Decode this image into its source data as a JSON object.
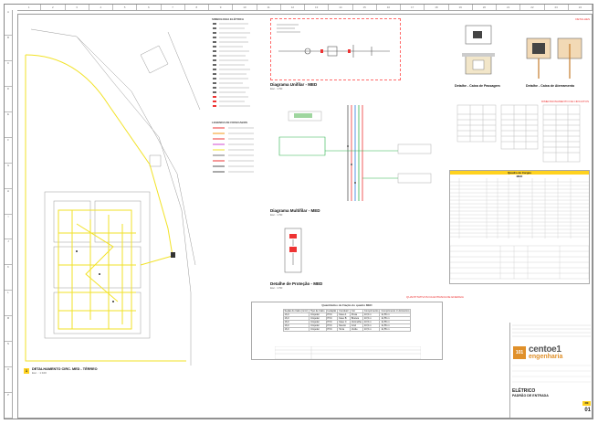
{
  "main_drawing": {
    "number": "1",
    "title": "DETALHAMENTO CIRC. MED - TÉRREO",
    "scale": "Esc. : 1:100"
  },
  "legend": {
    "title": "SIMBOLOGIA ELÉTRICA",
    "subtitle": "LEGENDA DE FIOS/CABOS"
  },
  "unifilar": {
    "title": "Diagrama Unifilar - MED",
    "scale": "Esc.: 1:50"
  },
  "multifilar": {
    "title": "Diagrama Multifilar - MED",
    "scale": "Esc.: 1:50"
  },
  "protecao": {
    "title": "Detalhe de Proteção - MED",
    "scale": "Esc.: 1:50"
  },
  "caixas": {
    "header": "DETALHES",
    "passagem_title": "Detalhe - Caixa de Passagem",
    "aterramento_title": "Detalhe - Caixa de Aterramento"
  },
  "dimensionamento": {
    "header": "DIMENSIONAMENTO DE CIRCUITOS"
  },
  "quadro_cargas": {
    "title": "Quadro de Cargas",
    "sub": "MED"
  },
  "quantitativo": {
    "red_label": "QUANTITATIVOS DA ENTRADA DE ENERGIA",
    "table_title": "Quantitativo de Fiação do quadro MED",
    "columns": [
      "Seção do Cabo (mm²)",
      "Tipo de Cabo",
      "Isolação",
      "Condutor",
      "Cor",
      "Comprimento",
      "Comprimento c/ Acréscimo"
    ],
    "rows": [
      [
        "16,0",
        "Unipolar",
        "PVC",
        "Fase A",
        "Preta",
        "10,5 m",
        "11,55 m"
      ],
      [
        "16,0",
        "Unipolar",
        "PVC",
        "Fase B",
        "Branca",
        "10,5 m",
        "11,55 m"
      ],
      [
        "16,0",
        "Unipolar",
        "PVC",
        "Fase C",
        "Vermelha",
        "10,5 m",
        "11,55 m"
      ],
      [
        "16,0",
        "Unipolar",
        "PVC",
        "Neutro",
        "Azul",
        "10,5 m",
        "11,55 m"
      ],
      [
        "16,0",
        "Unipolar",
        "PVC",
        "Terra",
        "Verde",
        "10,5 m",
        "11,55 m"
      ]
    ]
  },
  "title_block": {
    "company_mark": "101",
    "company_name": "centoe1",
    "company_sub": "engenharia",
    "discipline": "ELÉTRICO",
    "content": "PADRÃO DE ENTRADA",
    "revision": "R0",
    "sheet": "01"
  }
}
